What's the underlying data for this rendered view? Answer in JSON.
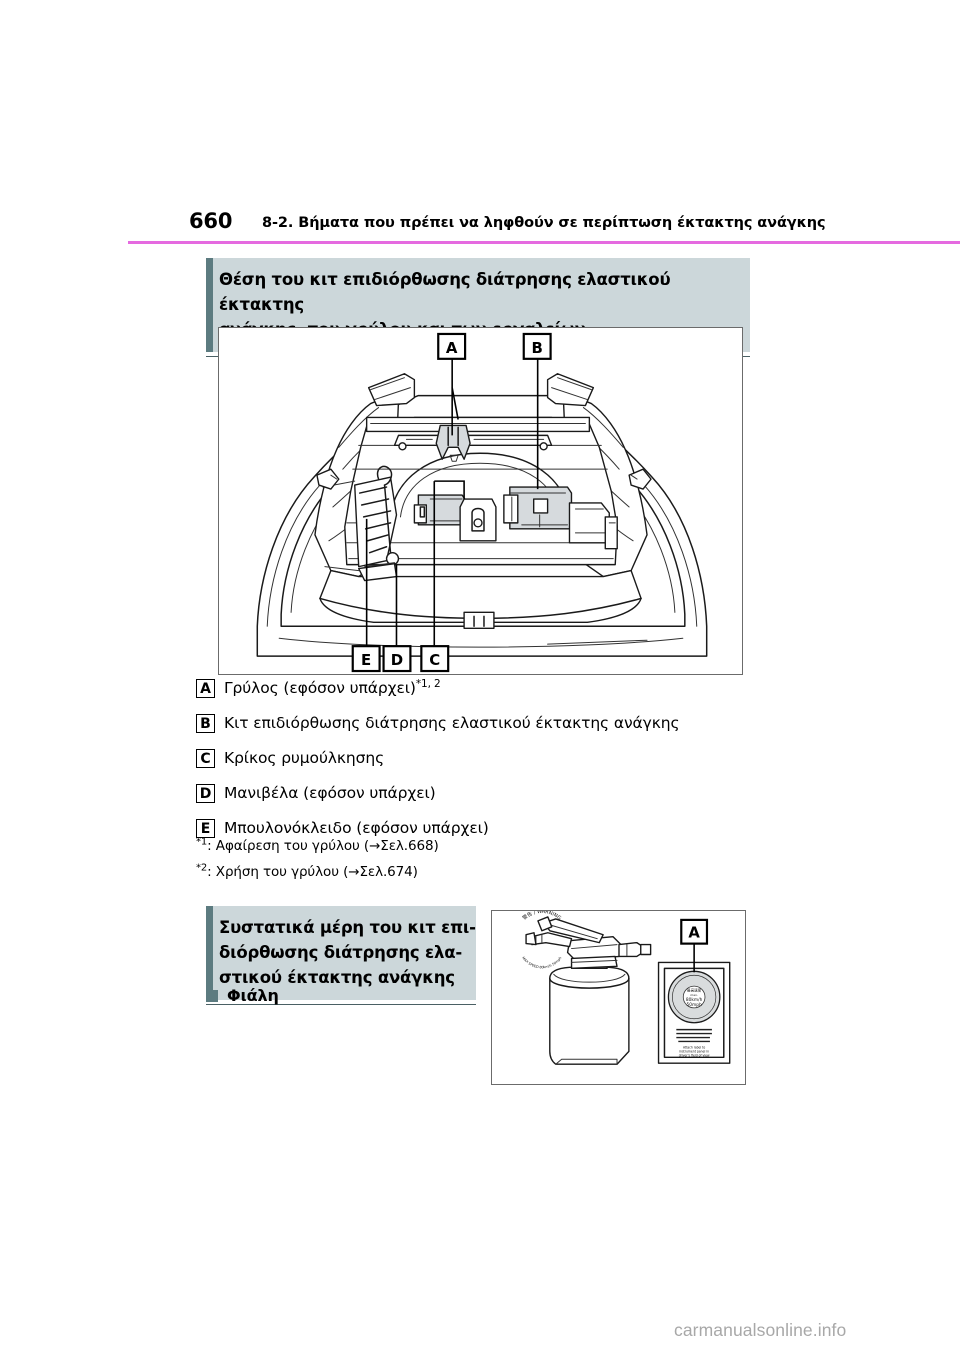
{
  "header": {
    "page_number": "660",
    "title": "8-2. Βήματα που πρέπει να ληφθούν σε περίπτωση έκτακτης ανάγκης",
    "rule_color": "#e56ae0"
  },
  "colors": {
    "heading_bg": "#ccd7da",
    "heading_bar": "#5c7b80",
    "bullet": "#5c7b80",
    "watermark": "#a8a8a8"
  },
  "section1": {
    "heading_line1": "Θέση του κιτ επιδιόρθωσης διάτρησης ελαστικού έκτακτης",
    "heading_line2": "ανάγκης, του γρύλου και των εργαλείων",
    "figure": {
      "name": "trunk-cargo-area-diagram",
      "callouts": [
        "A",
        "B",
        "C",
        "D",
        "E"
      ]
    },
    "items": [
      {
        "letter": "A",
        "text": "Γρύλος (εφόσον υπάρχει)",
        "sup": "*1, 2"
      },
      {
        "letter": "B",
        "text": "Κιτ επιδιόρθωσης διάτρησης ελαστικού έκτακτης ανάγκης",
        "sup": ""
      },
      {
        "letter": "C",
        "text": "Κρίκος ρυμούλκησης",
        "sup": ""
      },
      {
        "letter": "D",
        "text": "Μανιβέλα (εφόσον υπάρχει)",
        "sup": ""
      },
      {
        "letter": "E",
        "text": "Μπουλονόκλειδο (εφόσον υπάρχει)",
        "sup": ""
      }
    ],
    "footnotes": [
      {
        "mark": "*1",
        "text": ": Αφαίρεση του γρύλου (→Σελ.668)"
      },
      {
        "mark": "*2",
        "text": ": Χρήση του γρύλου (→Σελ.674)"
      }
    ]
  },
  "section2": {
    "heading_line1": "Συστατικά μέρη του κιτ επι-",
    "heading_line2": "διόρθωσης διάτρησης ελα-",
    "heading_line3": "στικού έκτακτης ανάγκης",
    "subheading": "Φιάλη",
    "figure": {
      "name": "sealant-bottle-diagram",
      "callouts": [
        "A"
      ],
      "label_text": {
        "warning_title": "警告 / WARNING",
        "speed_title": "最高速度",
        "speed_max": "max.",
        "speed_kmh": "80km/h",
        "speed_mph": "50mph",
        "note_en_1": "Attach label to",
        "note_en_2": "instrument panel in",
        "note_en_3": "driver's field of view"
      }
    }
  },
  "watermark": "carmanualsonline.info"
}
